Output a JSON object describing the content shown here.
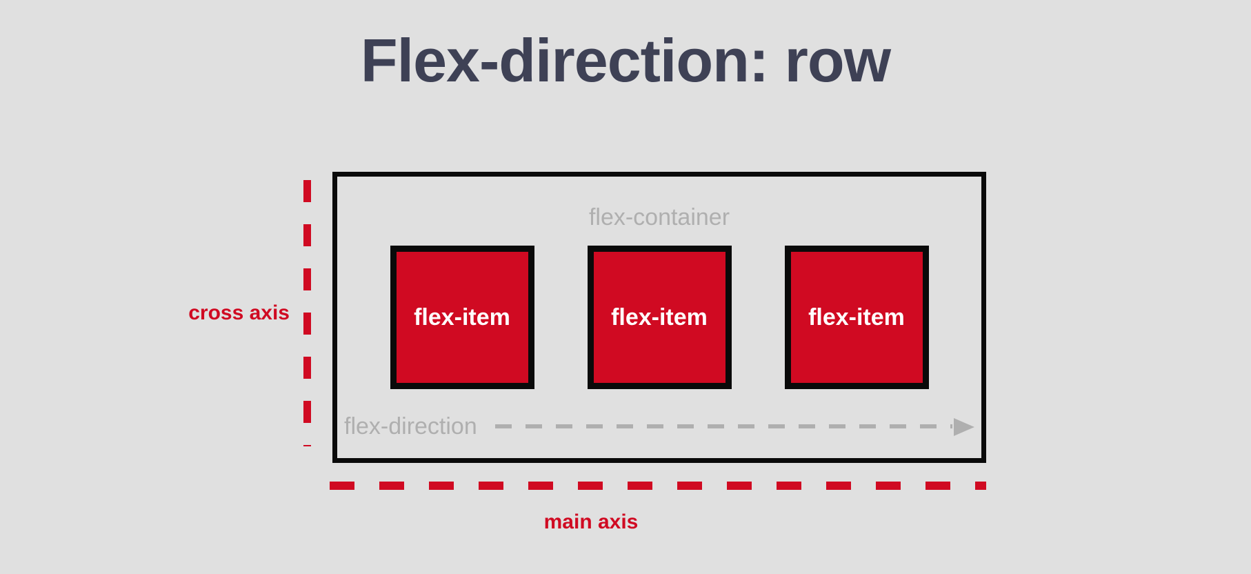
{
  "title": "Flex-direction: row",
  "colors": {
    "background": "#e0e0e0",
    "title": "#3e4155",
    "accent_red": "#d00a22",
    "border_black": "#0a0a0a",
    "muted_gray": "#afafaf",
    "item_text": "#ffffff"
  },
  "axes": {
    "cross_axis_label": "cross axis",
    "main_axis_label": "main axis"
  },
  "container": {
    "label": "flex-container",
    "direction_label": "flex-direction",
    "arrow_direction": "right"
  },
  "items": [
    {
      "label": "flex-item"
    },
    {
      "label": "flex-item"
    },
    {
      "label": "flex-item"
    }
  ]
}
